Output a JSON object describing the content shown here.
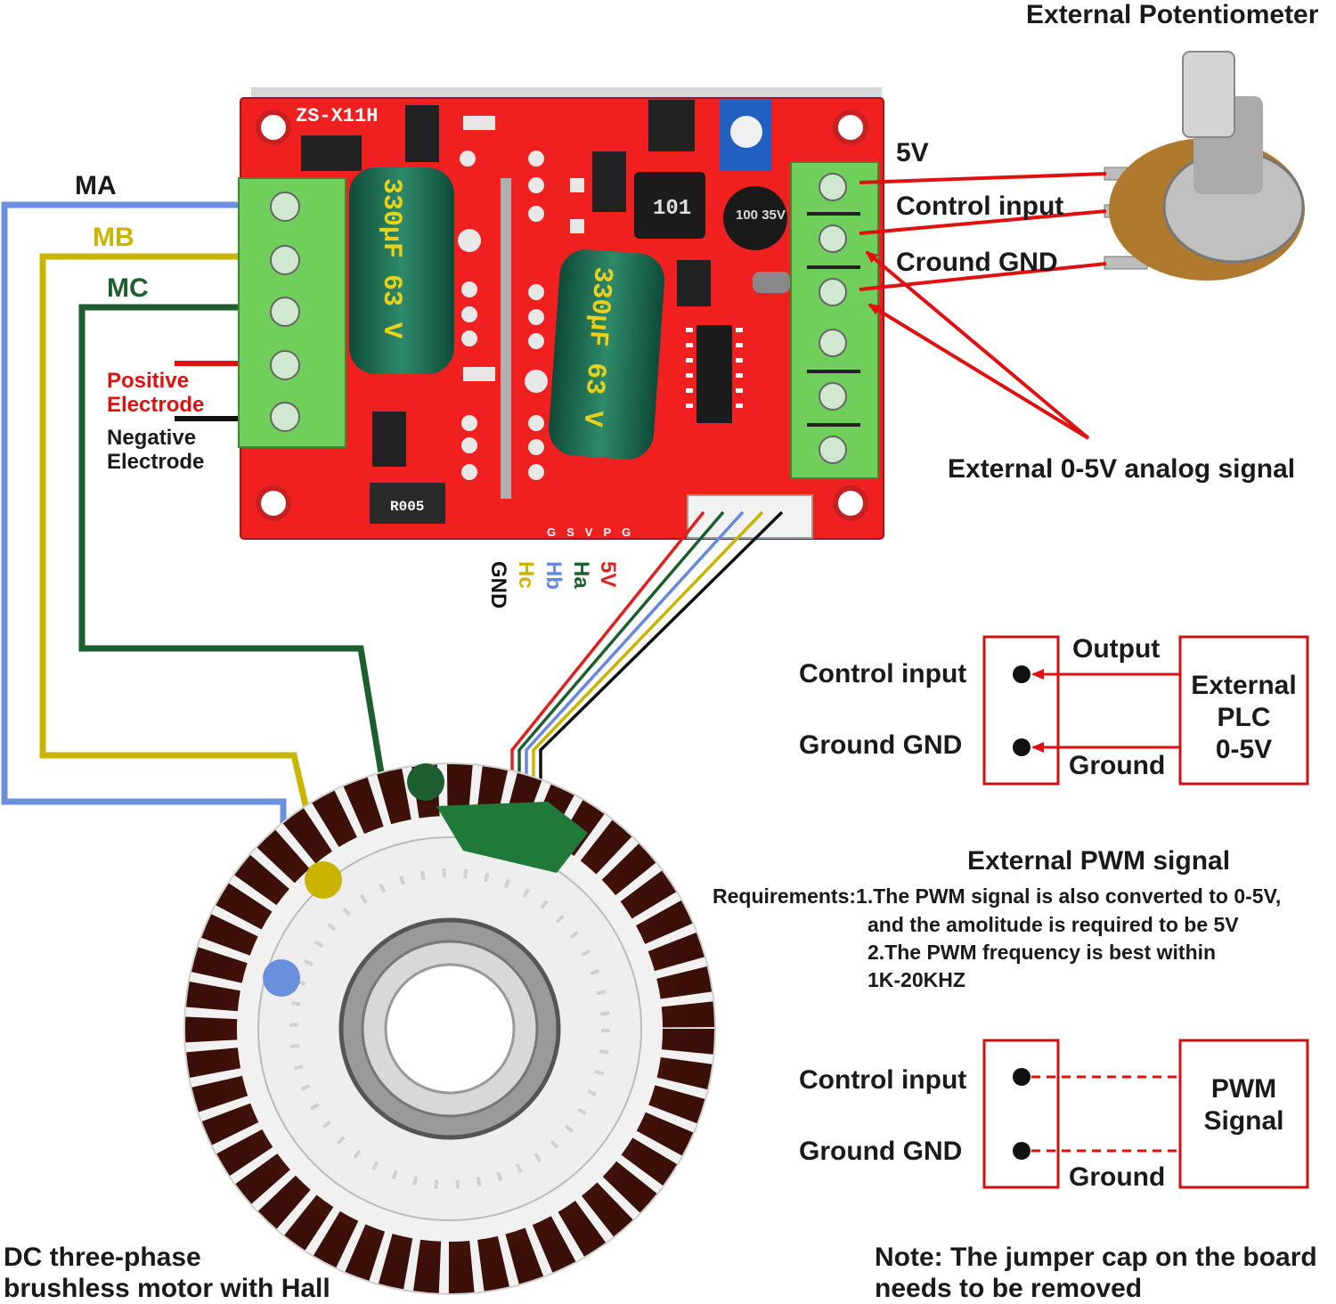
{
  "labels": {
    "external_potentiometer": "External Potentiometer",
    "five_v": "5V",
    "control_input_pot": "Control input",
    "ground_gnd_pot": "Cround GND",
    "external_analog": "External 0-5V analog signal",
    "ma": "MA",
    "mb": "MB",
    "mc": "MC",
    "positive_electrode_1": "Positive",
    "positive_electrode_2": "Electrode",
    "negative_electrode_1": "Negative",
    "negative_electrode_2": "Electrode",
    "motor_caption_1": "DC three-phase",
    "motor_caption_2": "brushless motor with Hall",
    "note_1": "Note: The jumper cap on the board",
    "note_2": "needs to be removed"
  },
  "board": {
    "model": "ZS-X11H",
    "cap_label": "330µF",
    "cap_voltage": "63 V",
    "inductor": "101",
    "small_cap": "100 35V",
    "resistor": "R005",
    "pin_labels": [
      "G",
      "S",
      "V",
      "P",
      "G"
    ]
  },
  "hall_wires": [
    {
      "label": "5V",
      "color": "#e02020"
    },
    {
      "label": "Ha",
      "color": "#1d5e2e"
    },
    {
      "label": "Hb",
      "color": "#6688dd"
    },
    {
      "label": "Hc",
      "color": "#c9b400"
    },
    {
      "label": "GND",
      "color": "#111111"
    }
  ],
  "wire_colors": {
    "ma": "#6a8fdc",
    "mb": "#c9b400",
    "mc": "#1d5e2e",
    "positive": "#e01010",
    "negative": "#111111",
    "signal": "#e01010",
    "board": "#f02020",
    "terminal": "#6fcf5a"
  },
  "plc_panel": {
    "control_input": "Control input",
    "ground_gnd": "Ground GND",
    "output": "Output",
    "ground": "Ground",
    "device_lines": [
      "External",
      "PLC",
      "0-5V"
    ]
  },
  "pwm_section": {
    "title": "External PWM signal",
    "req_line_1": "Requirements:1.The PWM signal is also converted to 0-5V,",
    "req_line_2": "and the amolitude is required to be 5V",
    "req_line_3": "2.The PWM frequency is best within",
    "req_line_4": "1K-20KHZ"
  },
  "pwm_panel": {
    "control_input": "Control input",
    "ground_gnd": "Ground GND",
    "ground": "Ground",
    "device_lines": [
      "PWM",
      "Signal"
    ]
  }
}
